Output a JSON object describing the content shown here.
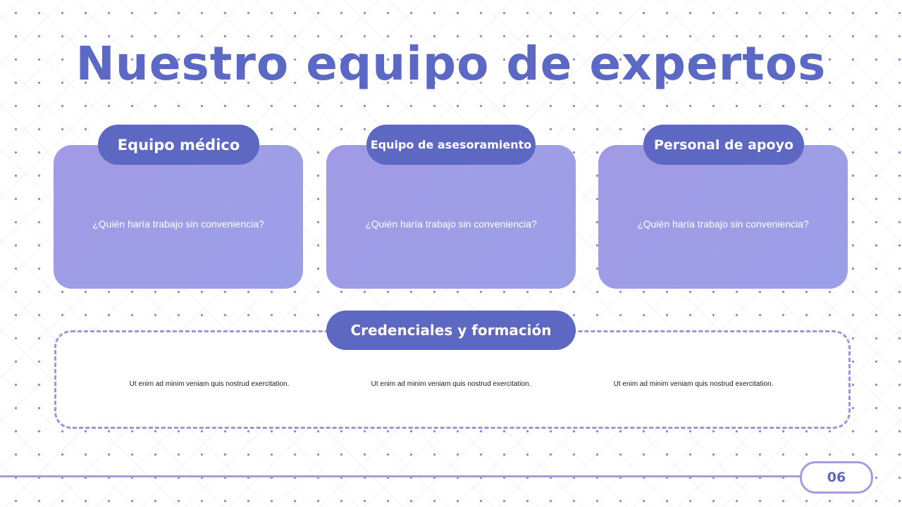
{
  "title": "Nuestro equipo de expertos",
  "teams": [
    {
      "label": "Equipo médico",
      "text": "¿Quién haría trabajo sin conveniencia?"
    },
    {
      "label": "Equipo de asesoramiento",
      "text": "¿Quién haría trabajo sin conveniencia?"
    },
    {
      "label": "Personal de apoyo",
      "text": "¿Quién haría trabajo sin conveniencia?"
    }
  ],
  "credentials": {
    "label": "Credenciales y formación",
    "items": [
      "Ut enim ad minim veniam quis nostrud exercitation.",
      "Ut enim ad minim veniam quis nostrud exercitation.",
      "Ut enim ad minim veniam quis nostrud exercitation."
    ]
  },
  "page_number": "06",
  "colors": {
    "primary": "#5c68c2",
    "card": "#a09be4",
    "accent": "#a59cdf"
  }
}
